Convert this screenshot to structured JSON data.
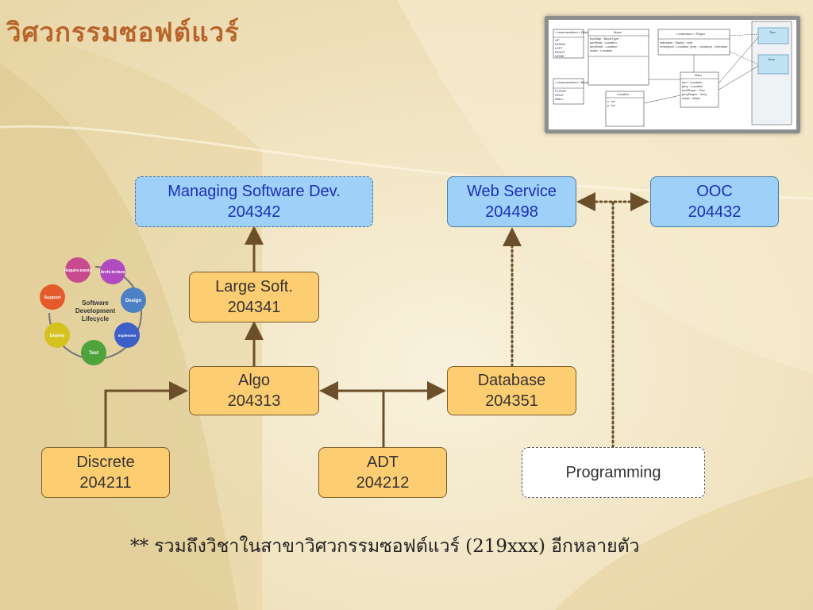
{
  "slide": {
    "title": "วิศวกรรมซอฟต์แวร์",
    "footnote": "** รวมถึงวิชาในสาขาวิศวกรรมซอฟต์แวร์ (219xxx) อีกหลายตัว"
  },
  "nodes": {
    "managing": {
      "line1": "Managing Software Dev.",
      "line2": "204342"
    },
    "webservice": {
      "line1": "Web Service",
      "line2": "204498"
    },
    "ooc": {
      "line1": "OOC",
      "line2": "204432"
    },
    "largesoft": {
      "line1": "Large Soft.",
      "line2": "204341"
    },
    "algo": {
      "line1": "Algo",
      "line2": "204313"
    },
    "database": {
      "line1": "Database",
      "line2": "204351"
    },
    "discrete": {
      "line1": "Discrete",
      "line2": "204211"
    },
    "adt": {
      "line1": "ADT",
      "line2": "204212"
    },
    "programming": {
      "line1": "Programming"
    }
  },
  "sdlc": {
    "center_line1": "Software",
    "center_line2": "Development",
    "center_line3": "Lifecycle",
    "phases": [
      "Require-ments",
      "Archi-tecture",
      "Design",
      "Implement",
      "Test",
      "Deploy",
      "Support"
    ]
  },
  "uml": {
    "classes": [
      {
        "name": "<<enumeration>> Direction",
        "items": [
          "UP",
          "DOWN",
          "LEFT",
          "RIGHT",
          "NONE"
        ]
      },
      {
        "name": "Maze",
        "items": [
          "flooMap : BlockType",
          "tomStart : Location",
          "jerryStart : Location",
          "maze : Location"
        ]
      },
      {
        "name": "<<interface>> Player",
        "items": [
          "init(maze : Maze) : void",
          "move(tom : Location, jerry : Location) : Direction"
        ]
      },
      {
        "name": "<<enumeration>> BlockType",
        "items": [
          "FLOOR",
          "HOLE",
          "WALL"
        ]
      },
      {
        "name": "Main",
        "items": [
          "tom : Location",
          "jerry : Location",
          "tomPlayer : Tom",
          "jerryPlayer : Jerry",
          "maze : Maze"
        ]
      },
      {
        "name": "Location",
        "items": [
          "x : int",
          "y : int"
        ]
      },
      {
        "name": "Tom",
        "items": []
      },
      {
        "name": "Jerry",
        "items": []
      }
    ]
  }
}
